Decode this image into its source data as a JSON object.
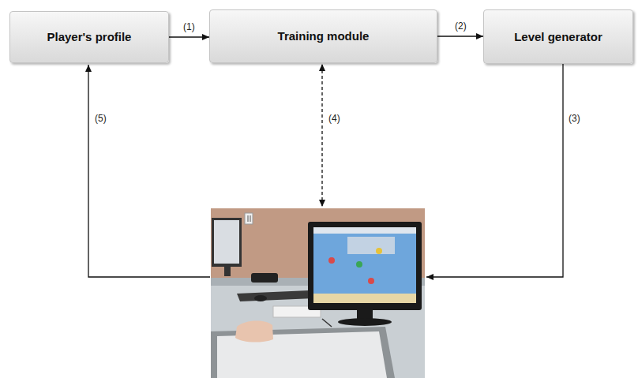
{
  "diagram": {
    "nodes": [
      {
        "text": [
          "Player's profile"
        ]
      },
      {
        "text": [
          "Training module"
        ]
      },
      {
        "text": [
          "Level generator"
        ]
      }
    ],
    "edges": [
      {
        "from": 0,
        "to": 1,
        "label": "(1)",
        "arrow": "to"
      },
      {
        "from": 1,
        "to": 2,
        "label": "(2)",
        "arrow": "to"
      }
    ],
    "labels": [
      "(3)",
      "(4)",
      "(5)"
    ]
  }
}
